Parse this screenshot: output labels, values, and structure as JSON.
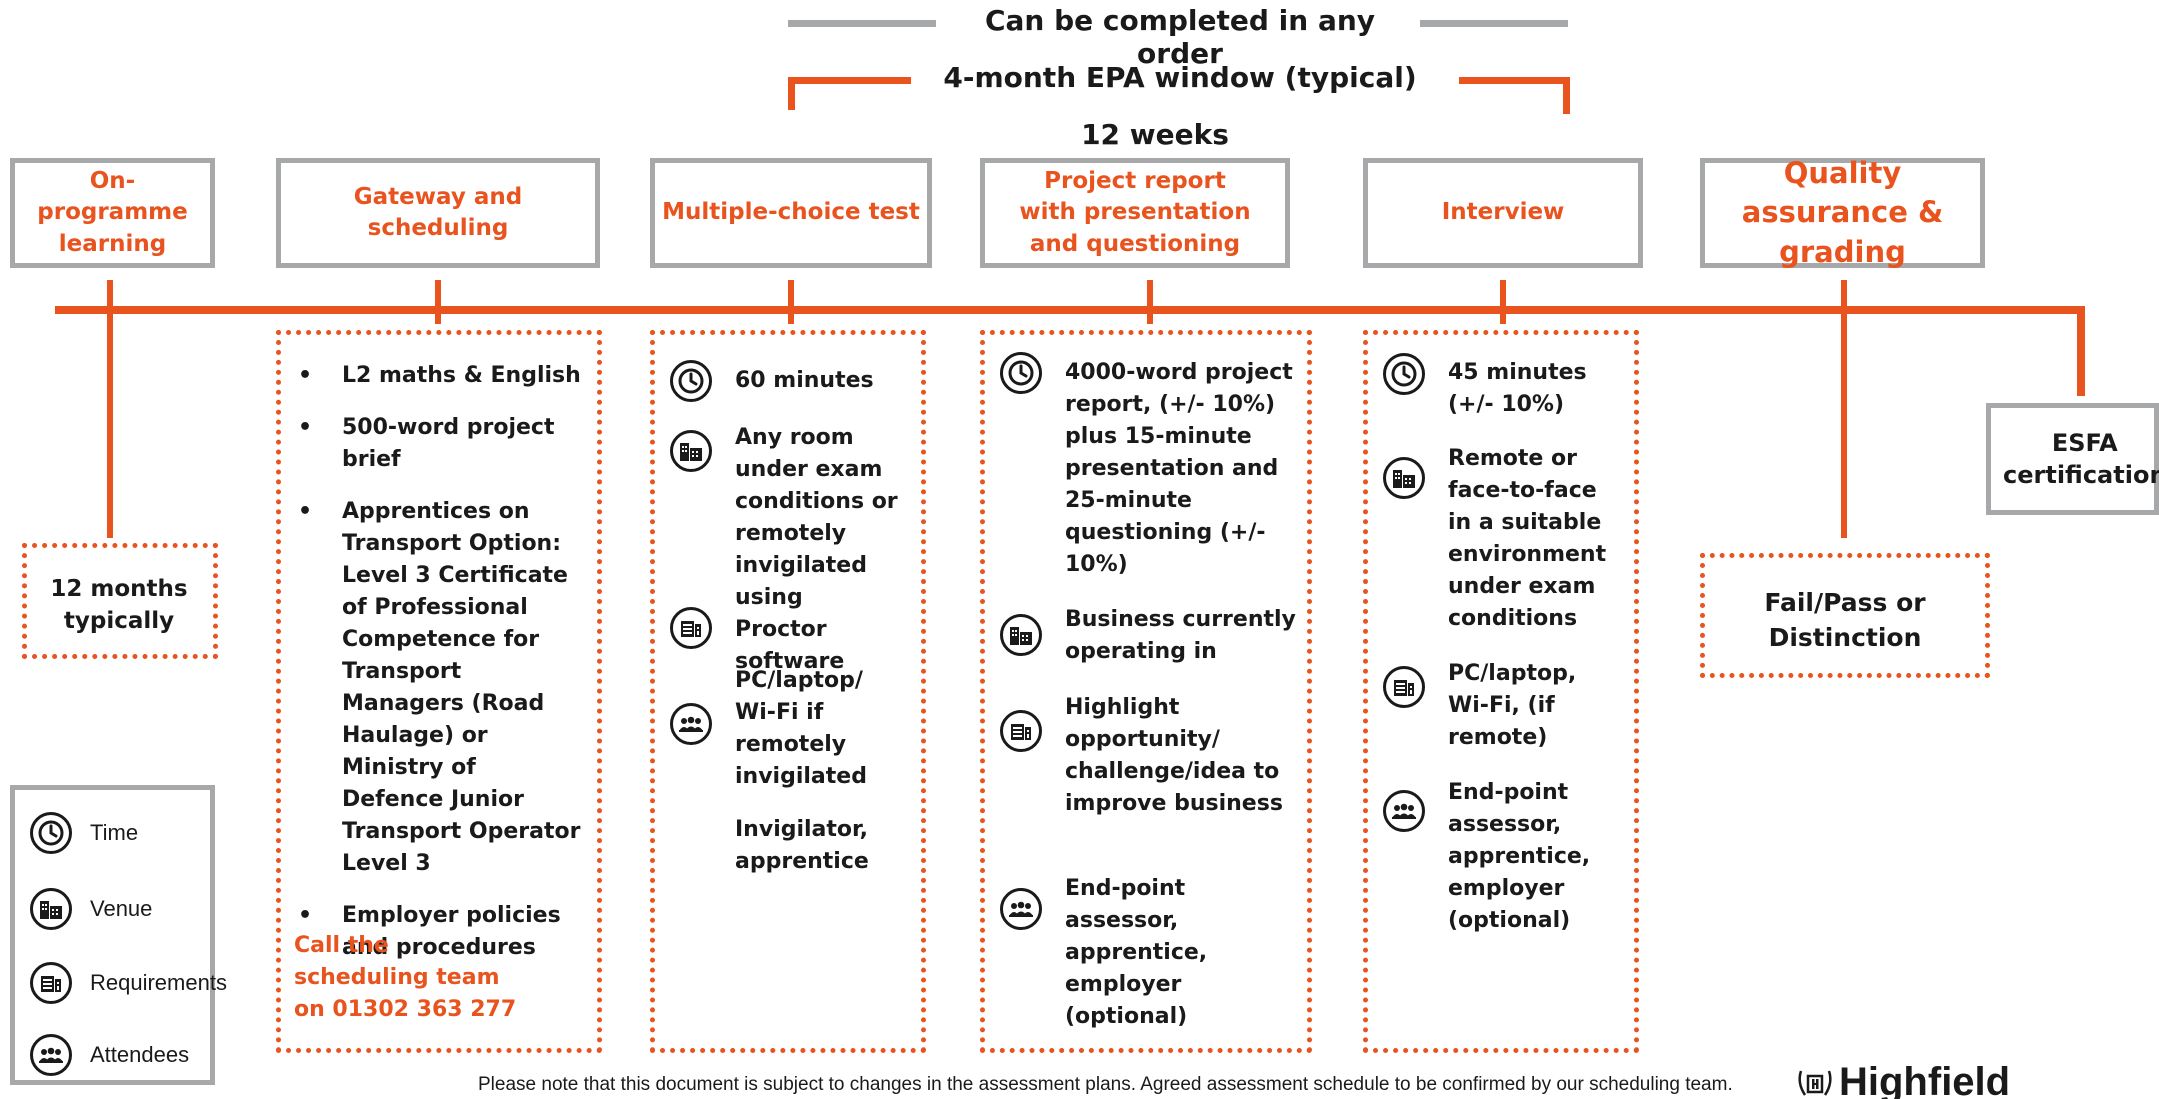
{
  "header": {
    "any_order": "Can be completed in any order",
    "epa_window": "4-month EPA window (typical)",
    "weeks": "12 weeks"
  },
  "stages": [
    {
      "label": "On-programme learning"
    },
    {
      "label": "Gateway and scheduling"
    },
    {
      "label": "Multiple-choice test"
    },
    {
      "label": "Project report with presentation and questioning"
    },
    {
      "label": "Interview"
    },
    {
      "label": "Quality assurance & grading"
    }
  ],
  "esfa": "ESFA certification",
  "on_programme": {
    "duration": "12 months typically"
  },
  "gateway": {
    "items": [
      "L2 maths & English",
      "500-word project brief",
      "Apprentices on Transport Option: Level 3 Certificate of Professional Competence for Transport Managers (Road Haulage) or Ministry of Defence Junior Transport Operator Level 3",
      "Employer policies and procedures"
    ],
    "call_line1": "Call the",
    "call_line2": "scheduling team",
    "call_line3": "on 01302 363 277"
  },
  "mct": {
    "time": "60 minutes",
    "venue": "Any room under exam conditions or remotely invigilated using Proctor software",
    "requirements": "PC/laptop/ Wi-Fi if remotely invigilated",
    "attendees": "Invigilator, apprentice"
  },
  "project": {
    "time": "4000-word project report, (+/- 10%) plus 15-minute presentation and 25-minute questioning (+/- 10%)",
    "venue": "Business currently operating in",
    "requirements": "Highlight opportunity/ challenge/idea to improve business",
    "attendees": "End-point assessor, apprentice, employer (optional)"
  },
  "interview": {
    "time": "45 minutes (+/- 10%)",
    "venue": "Remote or face-to-face in a suitable environment under exam conditions",
    "requirements": "PC/laptop, Wi-Fi, (if remote)",
    "attendees": "End-point assessor, apprentice, employer (optional)"
  },
  "grading": {
    "result": "Fail/Pass or Distinction"
  },
  "legend": {
    "time": "Time",
    "venue": "Venue",
    "requirements": "Requirements",
    "attendees": "Attendees"
  },
  "footer": {
    "note": "Please note that this document is subject to changes in the assessment plans.  Agreed assessment schedule to be confirmed by our scheduling team.",
    "brand": "Highfield"
  },
  "colors": {
    "accent": "#e8531e",
    "border_grey": "#a7a8aa",
    "text": "#1a1a1a"
  },
  "icons": [
    "clock-icon",
    "building-icon",
    "clipboard-icon",
    "people-icon"
  ]
}
